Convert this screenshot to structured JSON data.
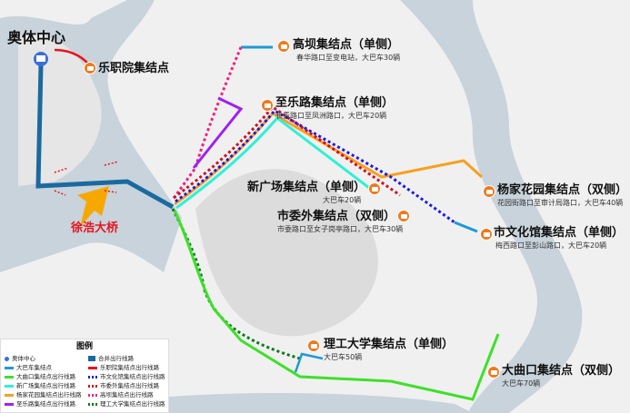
{
  "title": "奥体中心",
  "bridge": "徐浩大桥",
  "points": [
    {
      "name": "乐职院集结点",
      "sub": ""
    },
    {
      "name": "高坝集结点（单侧）",
      "sub": "春华路口至变电站，大巴车30辆"
    },
    {
      "name": "至乐路集结点（单侧）",
      "sub": "长青路口至凤洲路口，大巴车20辆"
    },
    {
      "name": "新广场集结点（单侧）",
      "sub": "大巴车20辆"
    },
    {
      "name": "市委外集结点（双侧）",
      "sub": "市委路口至女子岗亭路口，大巴车30辆"
    },
    {
      "name": "杨家花园集结点（双侧）",
      "sub": "花园街路口至审计局路口，大巴车40辆"
    },
    {
      "name": "市文化馆集结点（单侧）",
      "sub": "梅西路口至彭山路口，大巴车20辆"
    },
    {
      "name": "理工大学集结点（单侧）",
      "sub": "大巴车50辆"
    },
    {
      "name": "大曲口集结点（双侧）",
      "sub": "大巴车70辆"
    }
  ],
  "legend": {
    "title": "图例",
    "items": [
      {
        "label": "奥体中心",
        "color": "#3b6fd8"
      },
      {
        "label": "大巴车集结点",
        "color": "#1e9ad6"
      },
      {
        "label": "大曲口集结点出行线路",
        "color": "#3ee02a"
      },
      {
        "label": "新广场集结点出行线路",
        "color": "#2ef0d8"
      },
      {
        "label": "杨家花园集结点出行线路",
        "color": "#f7a020"
      },
      {
        "label": "至乐路集结点出行线路",
        "color": "#a020f0"
      },
      {
        "label": "合并出行线路",
        "color": "#1a6aa0"
      },
      {
        "label": "乐职院集结点出行线路",
        "color": "#e8141c"
      },
      {
        "label": "市文化馆集结点出行线路",
        "color": "#1a1ae8"
      },
      {
        "label": "市委外集结点出行线路",
        "color": "#d01020"
      },
      {
        "label": "高坝集结点出行线路",
        "color": "#f0207a"
      },
      {
        "label": "理工大学集结点出行线路",
        "color": "#0a7a1a"
      }
    ]
  }
}
